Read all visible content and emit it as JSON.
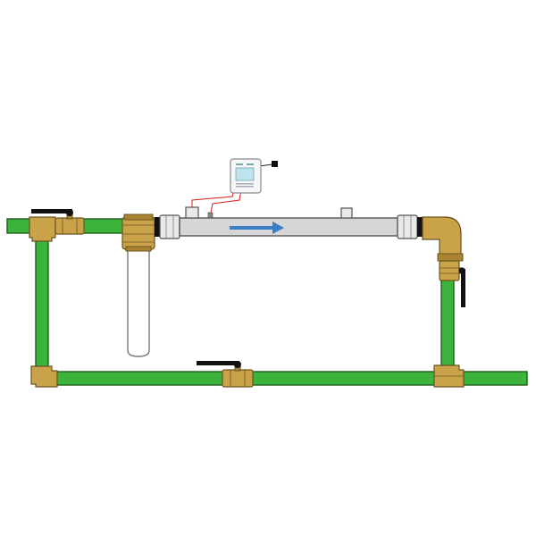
{
  "diagram": {
    "flow_direction": "left-to-right",
    "components": [
      "inlet-pipe",
      "inlet-ball-valve",
      "sediment-filter",
      "uv-sterilizer",
      "uv-controller",
      "outlet-elbow",
      "outlet-ball-valve",
      "bypass-pipe",
      "bypass-ball-valve"
    ],
    "colors": {
      "pipe": "#3cb43c",
      "brass": "#c9a24a",
      "uv_chamber": "#d6d6d6",
      "flow_arrow": "#3a7ec8",
      "wire": "#d61f1f"
    }
  }
}
